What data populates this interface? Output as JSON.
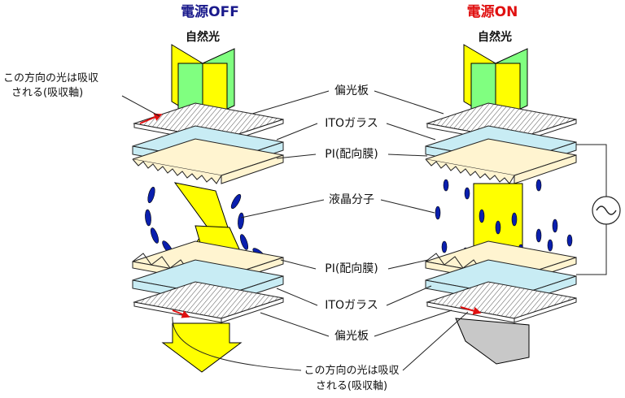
{
  "left_panel": {
    "title": "電源OFF",
    "natural_light": "自然光",
    "absorb_note_line1": "この方向の光は吸収",
    "absorb_note_line2": "される(吸収軸)"
  },
  "right_panel": {
    "title": "電源ON",
    "natural_light": "自然光"
  },
  "center_labels": {
    "polarizer_top": "偏光板",
    "ito_top": "ITOガラス",
    "pi_top": "PI(配向膜)",
    "lc_molecule": "液晶分子",
    "pi_bottom": "PI(配向膜)",
    "ito_bottom": "ITOガラス",
    "polarizer_bottom": "偏光板",
    "absorb_note_line1": "この方向の光は吸収",
    "absorb_note_line2": "される(吸収軸)"
  },
  "colors": {
    "title_off": "#1a1a8c",
    "title_on": "#e01010",
    "light_yellow": "#ffff00",
    "light_green": "#80ff80",
    "glass": "#c8ecf4",
    "alignment_film": "#fff4d0",
    "lc_molecule": "#0a1fae",
    "blocked_light": "#c8c8c8"
  },
  "icons": {
    "ac_source": "ac-source-icon"
  }
}
